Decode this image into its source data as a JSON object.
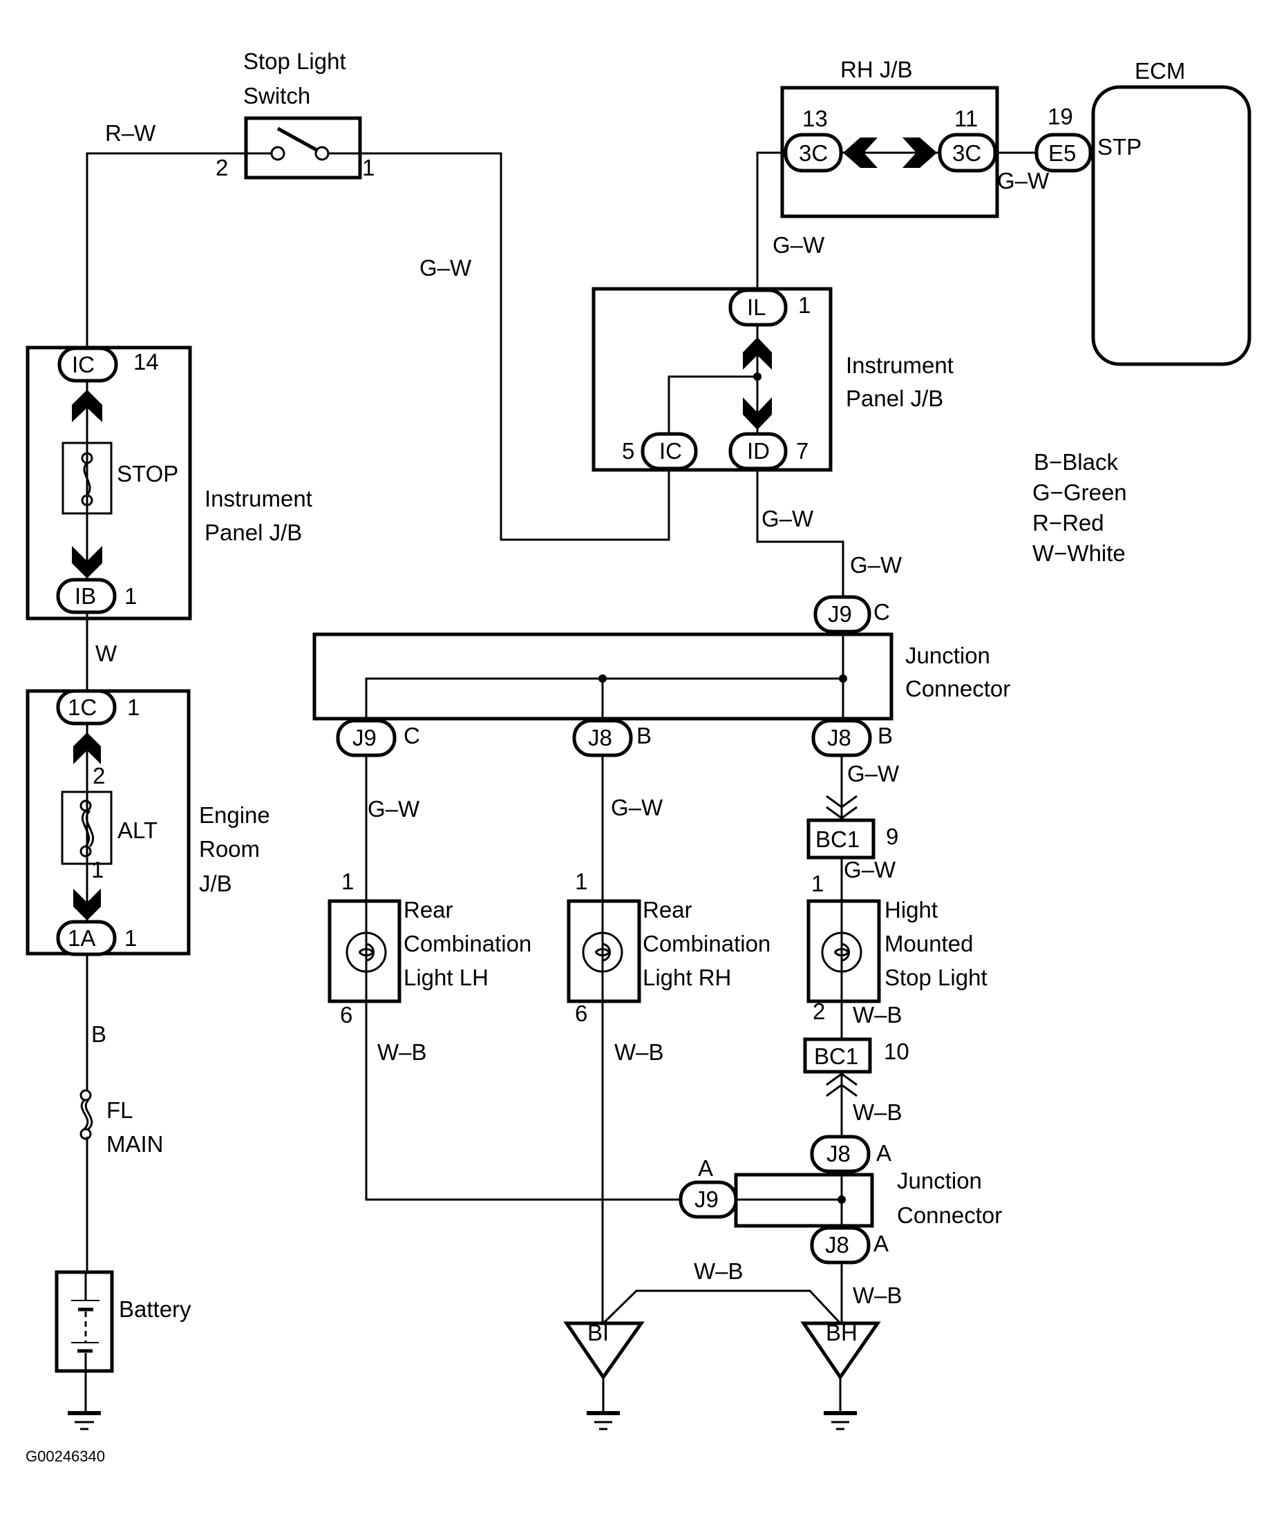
{
  "diagram_id": "G00246340",
  "components": {
    "stop_light_switch": {
      "label_line1": "Stop Light",
      "label_line2": "Switch",
      "pin_left": "2",
      "pin_right": "1"
    },
    "ip_jb_left": {
      "label_line1": "Instrument",
      "label_line2": "Panel J/B",
      "top_connector": "IC",
      "top_pin": "14",
      "fuse": "STOP",
      "bottom_connector": "IB",
      "bottom_pin": "1"
    },
    "engine_room_jb": {
      "label_line1": "Engine",
      "label_line2": "Room",
      "label_line3": "J/B",
      "top_connector": "1C",
      "top_pin": "1",
      "fuse": "ALT",
      "fuse_pin_top": "2",
      "fuse_pin_bottom": "1",
      "bottom_connector": "1A",
      "bottom_pin": "1"
    },
    "fl_main": {
      "label_line1": "FL",
      "label_line2": "MAIN"
    },
    "battery": {
      "label": "Battery"
    },
    "rh_jb": {
      "label": "RH J/B",
      "left_connector": "3C",
      "left_pin": "13",
      "right_connector": "3C",
      "right_pin": "11"
    },
    "ecm": {
      "label": "ECM",
      "connector": "E5",
      "pin": "19",
      "terminal": "STP"
    },
    "ip_jb_right": {
      "label_line1": "Instrument",
      "label_line2": "Panel J/B",
      "top_connector": "IL",
      "top_pin": "1",
      "left_connector": "IC",
      "left_pin": "5",
      "right_connector": "ID",
      "right_pin": "7"
    },
    "junction_connector_upper": {
      "label_line1": "Junction",
      "label_line2": "Connector",
      "top_connector": "J9",
      "top_pin": "C",
      "bottom_connectors": [
        {
          "id": "J9",
          "pin": "C"
        },
        {
          "id": "J8",
          "pin": "B"
        },
        {
          "id": "J8",
          "pin": "B"
        }
      ]
    },
    "bc1_9": {
      "label": "BC1",
      "pin": "9"
    },
    "bc1_10": {
      "label": "BC1",
      "pin": "10"
    },
    "rear_lh": {
      "label_line1": "Rear",
      "label_line2": "Combination",
      "label_line3": "Light LH",
      "pin_top": "1",
      "pin_bottom": "6"
    },
    "rear_rh": {
      "label_line1": "Rear",
      "label_line2": "Combination",
      "label_line3": "Light RH",
      "pin_top": "1",
      "pin_bottom": "6"
    },
    "hmsl": {
      "label_line1": "Hight",
      "label_line2": "Mounted",
      "label_line3": "Stop Light",
      "pin_top": "1",
      "pin_bottom": "2"
    },
    "junction_connector_lower": {
      "label_line1": "Junction",
      "label_line2": "Connector",
      "top_connector": "J8",
      "top_pin": "A",
      "left_connector": "J9",
      "left_pin": "A",
      "bottom_connector": "J8",
      "bottom_pin": "A"
    },
    "ground_bi": {
      "label": "BI"
    },
    "ground_bh": {
      "label": "BH"
    }
  },
  "wire_labels": {
    "r_w": "R–W",
    "g_w": "G–W",
    "w": "W",
    "b": "B",
    "w_b": "W–B"
  },
  "legend": [
    "B−Black",
    "G−Green",
    "R−Red",
    "W−White"
  ]
}
